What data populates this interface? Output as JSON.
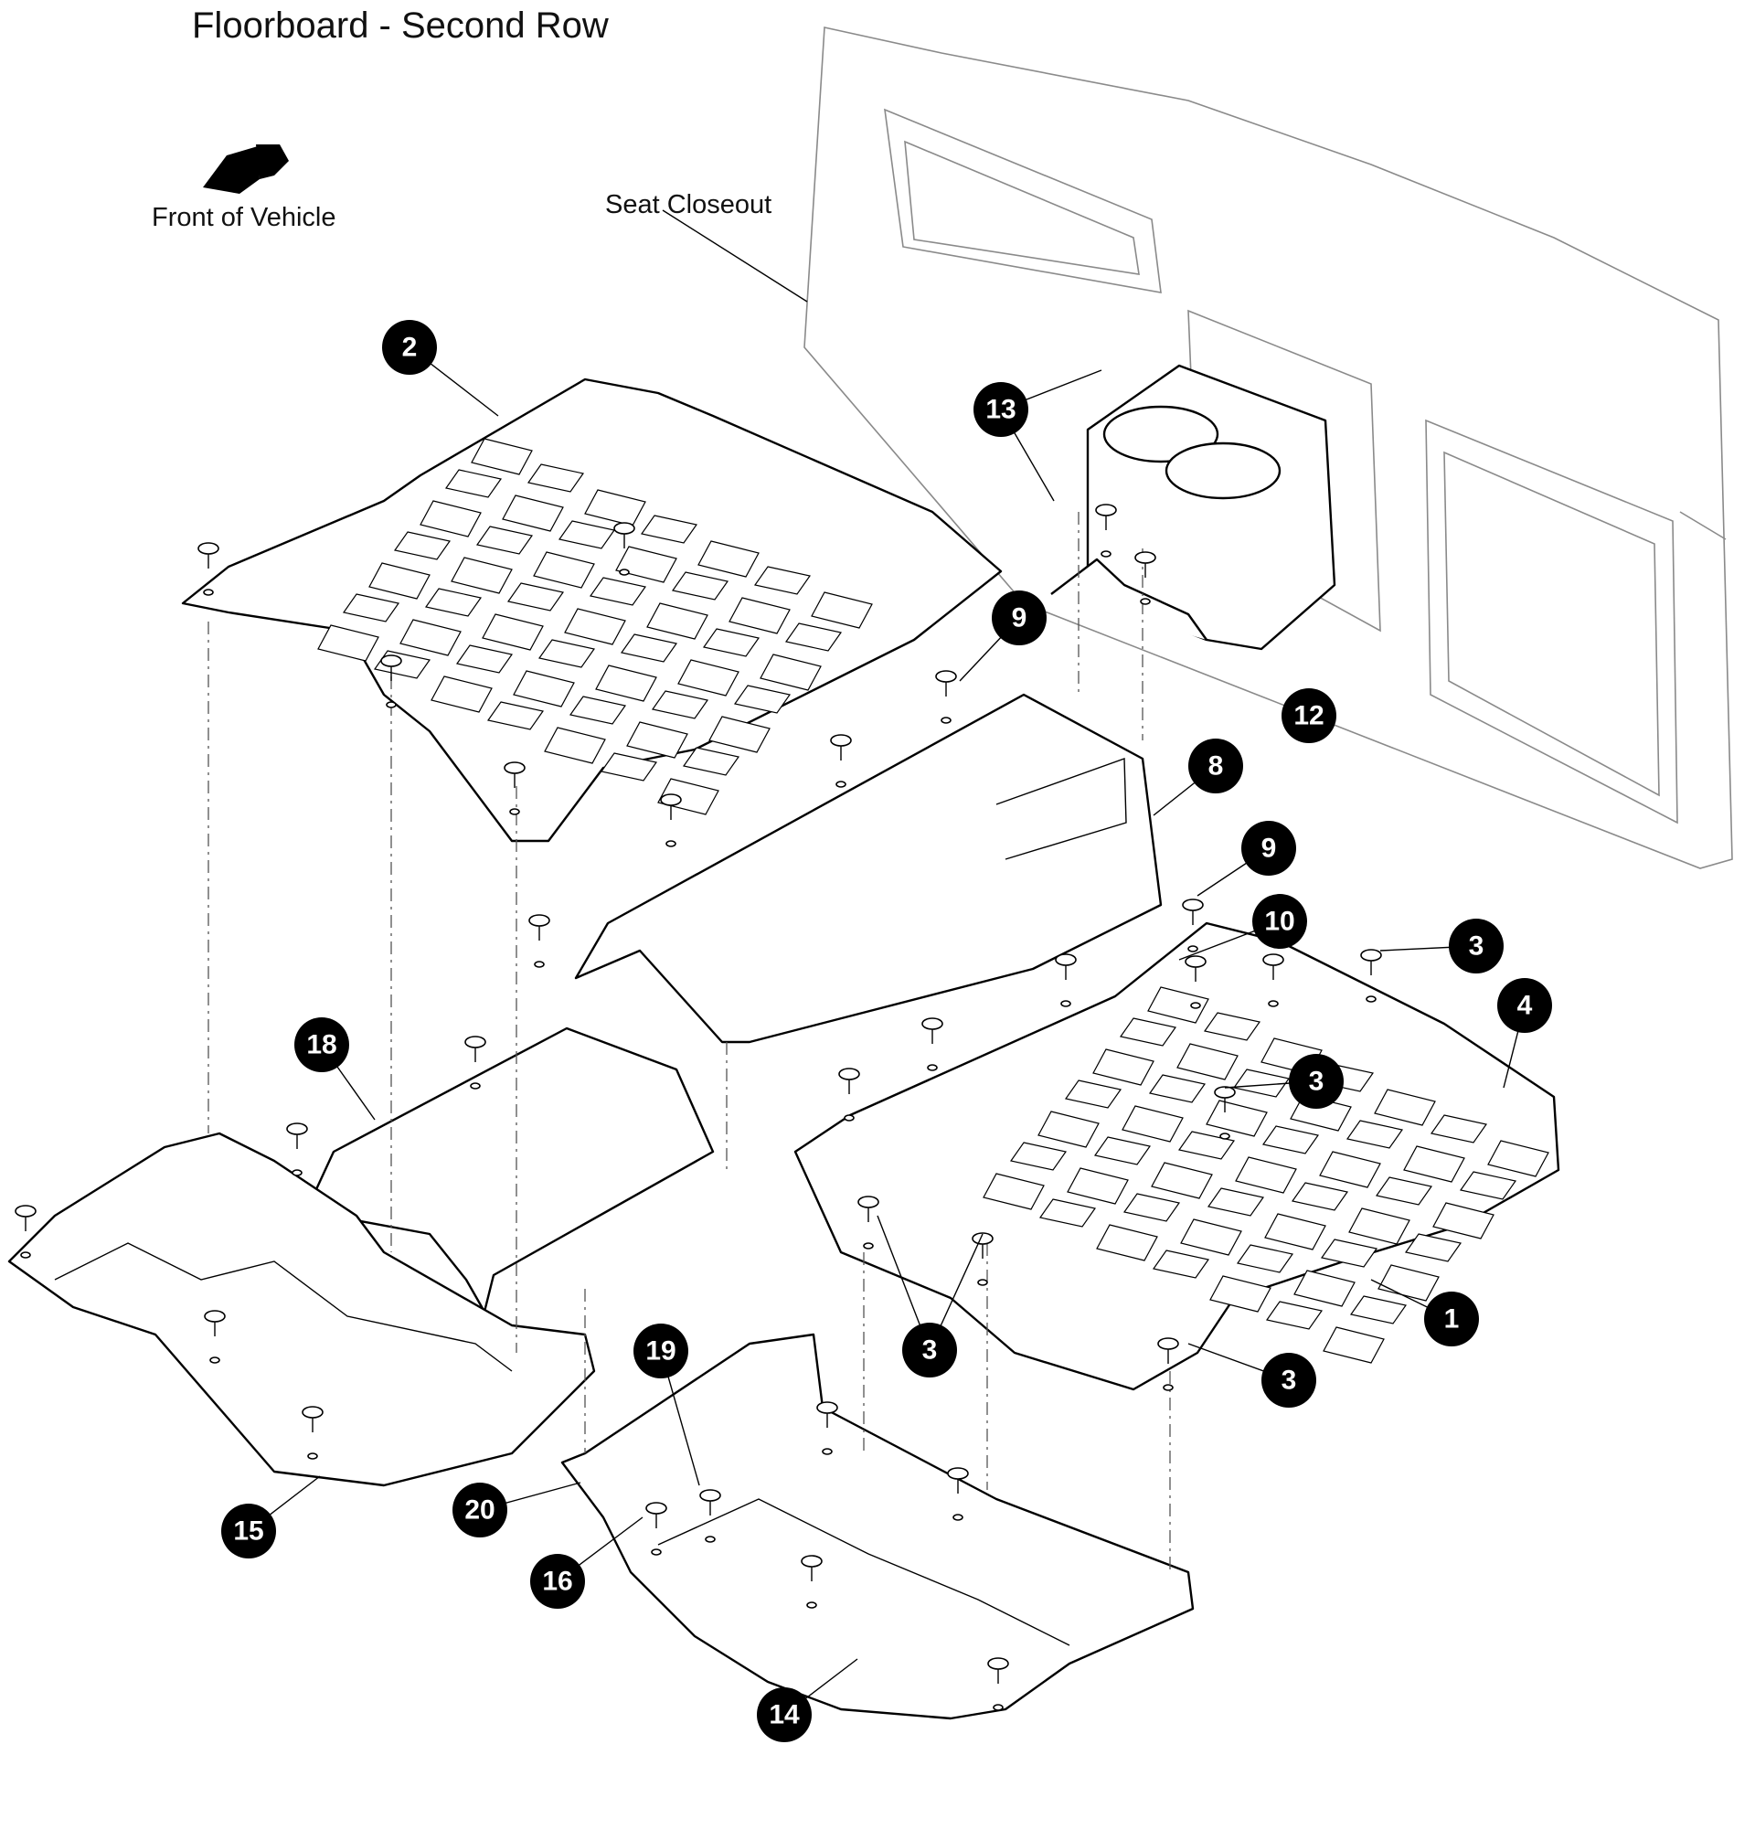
{
  "title": "Floorboard - Second Row",
  "labels": {
    "front_of_vehicle": "Front of Vehicle",
    "seat_closeout": "Seat Closeout"
  },
  "icons": {
    "front_arrow": "arrow-icon"
  },
  "callouts": [
    {
      "number": "1"
    },
    {
      "number": "2"
    },
    {
      "number": "3"
    },
    {
      "number": "3"
    },
    {
      "number": "3"
    },
    {
      "number": "3"
    },
    {
      "number": "4"
    },
    {
      "number": "8"
    },
    {
      "number": "9"
    },
    {
      "number": "9"
    },
    {
      "number": "10"
    },
    {
      "number": "12"
    },
    {
      "number": "13"
    },
    {
      "number": "14"
    },
    {
      "number": "15"
    },
    {
      "number": "16"
    },
    {
      "number": "18"
    },
    {
      "number": "19"
    },
    {
      "number": "20"
    }
  ],
  "colors": {
    "badge": "#000000",
    "badge_text": "#ffffff",
    "line": "#000000"
  }
}
